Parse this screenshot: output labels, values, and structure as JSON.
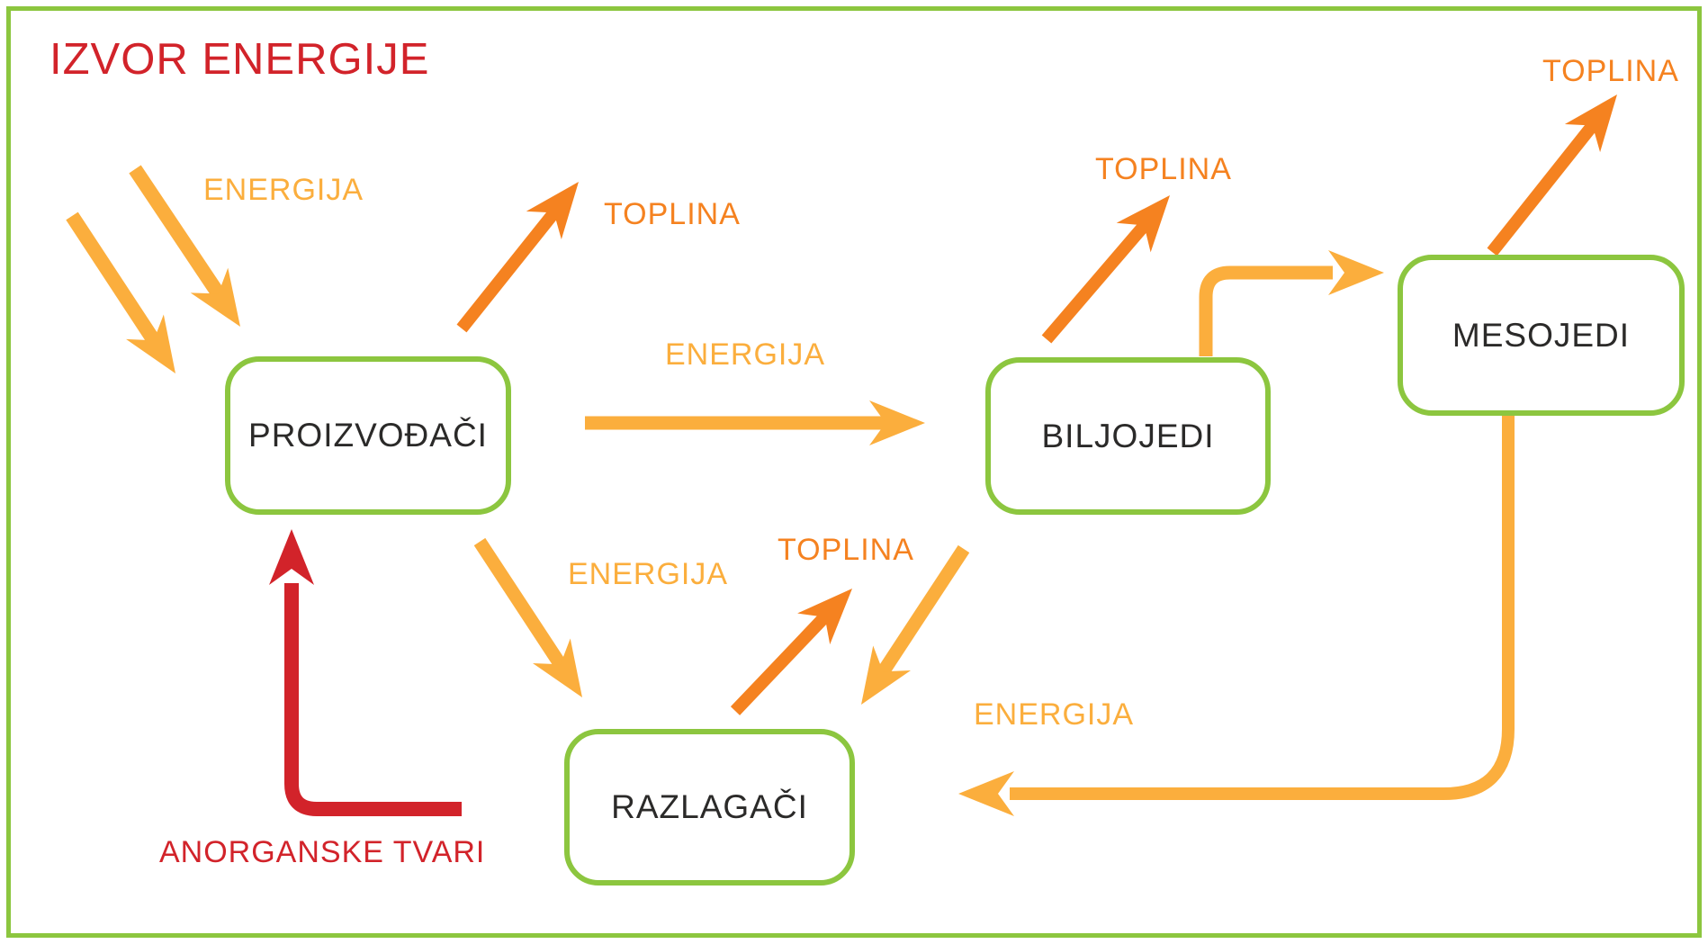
{
  "title": "IZVOR ENERGIJE",
  "colors": {
    "yellow": "#FBAE3D",
    "orange": "#F58220",
    "red": "#D2232A",
    "green": "#8CC63F",
    "ink": "#2B2A29"
  },
  "boxes": {
    "proizvodaci": {
      "label": "PROIZVOĐAČI"
    },
    "biljojedi": {
      "label": "BILJOJEDI"
    },
    "mesojedi": {
      "label": "MESOJEDI"
    },
    "razlagaci": {
      "label": "RAZLAGAČI"
    }
  },
  "labels": {
    "energija_sun": {
      "text": "ENERGIJA"
    },
    "toplina_proizvodaci": {
      "text": "TOPLINA"
    },
    "energija_proizvodaci_biljojedi": {
      "text": "ENERGIJA"
    },
    "toplina_biljojedi": {
      "text": "TOPLINA"
    },
    "toplina_mesojedi": {
      "text": "TOPLINA"
    },
    "energija_proizvodaci_razlagaci": {
      "text": "ENERGIJA"
    },
    "toplina_razlagaci": {
      "text": "TOPLINA"
    },
    "energija_mesojedi_razlagaci": {
      "text": "ENERGIJA"
    },
    "anorganske_tvari": {
      "text": "ANORGANSKE TVARI"
    }
  },
  "arrows": [
    {
      "id": "sun-energy-arrow-1",
      "from": "izvor-energije",
      "to": "proizvodaci",
      "color_key": "yellow"
    },
    {
      "id": "sun-energy-arrow-2",
      "from": "izvor-energije",
      "to": "proizvodaci",
      "color_key": "yellow"
    },
    {
      "id": "toplina-arrow-proizvodaci",
      "from": "proizvodaci",
      "to": "toplina",
      "color_key": "orange"
    },
    {
      "id": "energija-arrow-proizvodaci-biljojedi",
      "from": "proizvodaci",
      "to": "biljojedi",
      "color_key": "yellow"
    },
    {
      "id": "toplina-arrow-biljojedi",
      "from": "biljojedi",
      "to": "toplina",
      "color_key": "orange"
    },
    {
      "id": "energija-arrow-biljojedi-mesojedi",
      "from": "biljojedi",
      "to": "mesojedi",
      "color_key": "yellow"
    },
    {
      "id": "toplina-arrow-mesojedi",
      "from": "mesojedi",
      "to": "toplina",
      "color_key": "orange"
    },
    {
      "id": "energija-arrow-proizvodaci-razlagaci",
      "from": "proizvodaci",
      "to": "razlagaci",
      "color_key": "yellow"
    },
    {
      "id": "energija-arrow-biljojedi-razlagaci",
      "from": "biljojedi",
      "to": "razlagaci",
      "color_key": "yellow"
    },
    {
      "id": "toplina-arrow-razlagaci",
      "from": "razlagaci",
      "to": "toplina",
      "color_key": "orange"
    },
    {
      "id": "energija-arrow-mesojedi-razlagaci",
      "from": "mesojedi",
      "to": "razlagaci",
      "color_key": "yellow"
    },
    {
      "id": "anorganske-tvari-arrow-razlagaci-proizvodaci",
      "from": "razlagaci",
      "to": "proizvodaci",
      "color_key": "red"
    }
  ]
}
